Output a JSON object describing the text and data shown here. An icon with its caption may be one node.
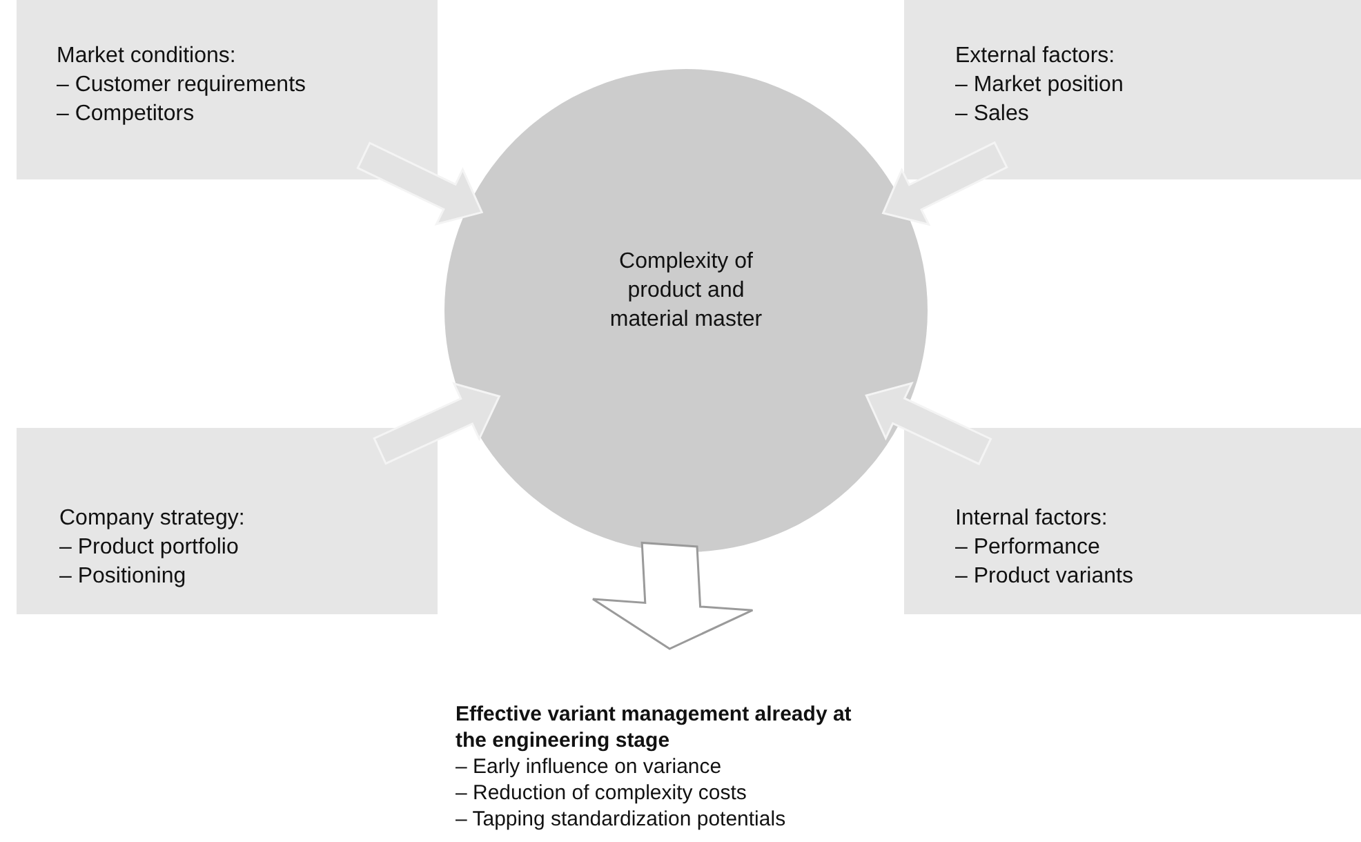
{
  "diagram": {
    "nodes": [
      {
        "text": [
          "Market conditions:",
          "– Customer requirements",
          "– Competitors"
        ]
      },
      {
        "text": [
          "External factors:",
          "– Market position",
          "– Sales"
        ]
      },
      {
        "text": [
          "Complexity of product and material master"
        ]
      },
      {
        "text": [
          "Company strategy:",
          "– Product portfolio",
          "– Positioning"
        ]
      },
      {
        "text": [
          "Internal factors:",
          "– Performance",
          "– Product variants"
        ]
      },
      {
        "text": [
          "Effective variant management already at the engineering stage",
          "– Early influence on variance",
          "– Reduction of complexity costs",
          "– Tapping standardization potentials"
        ]
      }
    ],
    "edges": [
      {
        "from": 0,
        "to": 2,
        "arrow": "to",
        "style": "thick"
      },
      {
        "from": 1,
        "to": 2,
        "arrow": "to",
        "style": "thick"
      },
      {
        "from": 3,
        "to": 2,
        "arrow": "to",
        "style": "thick"
      },
      {
        "from": 4,
        "to": 2,
        "arrow": "to",
        "style": "thick"
      },
      {
        "from": 2,
        "to": 5,
        "arrow": "to",
        "style": "thick",
        "color": "#ffffff"
      }
    ]
  }
}
